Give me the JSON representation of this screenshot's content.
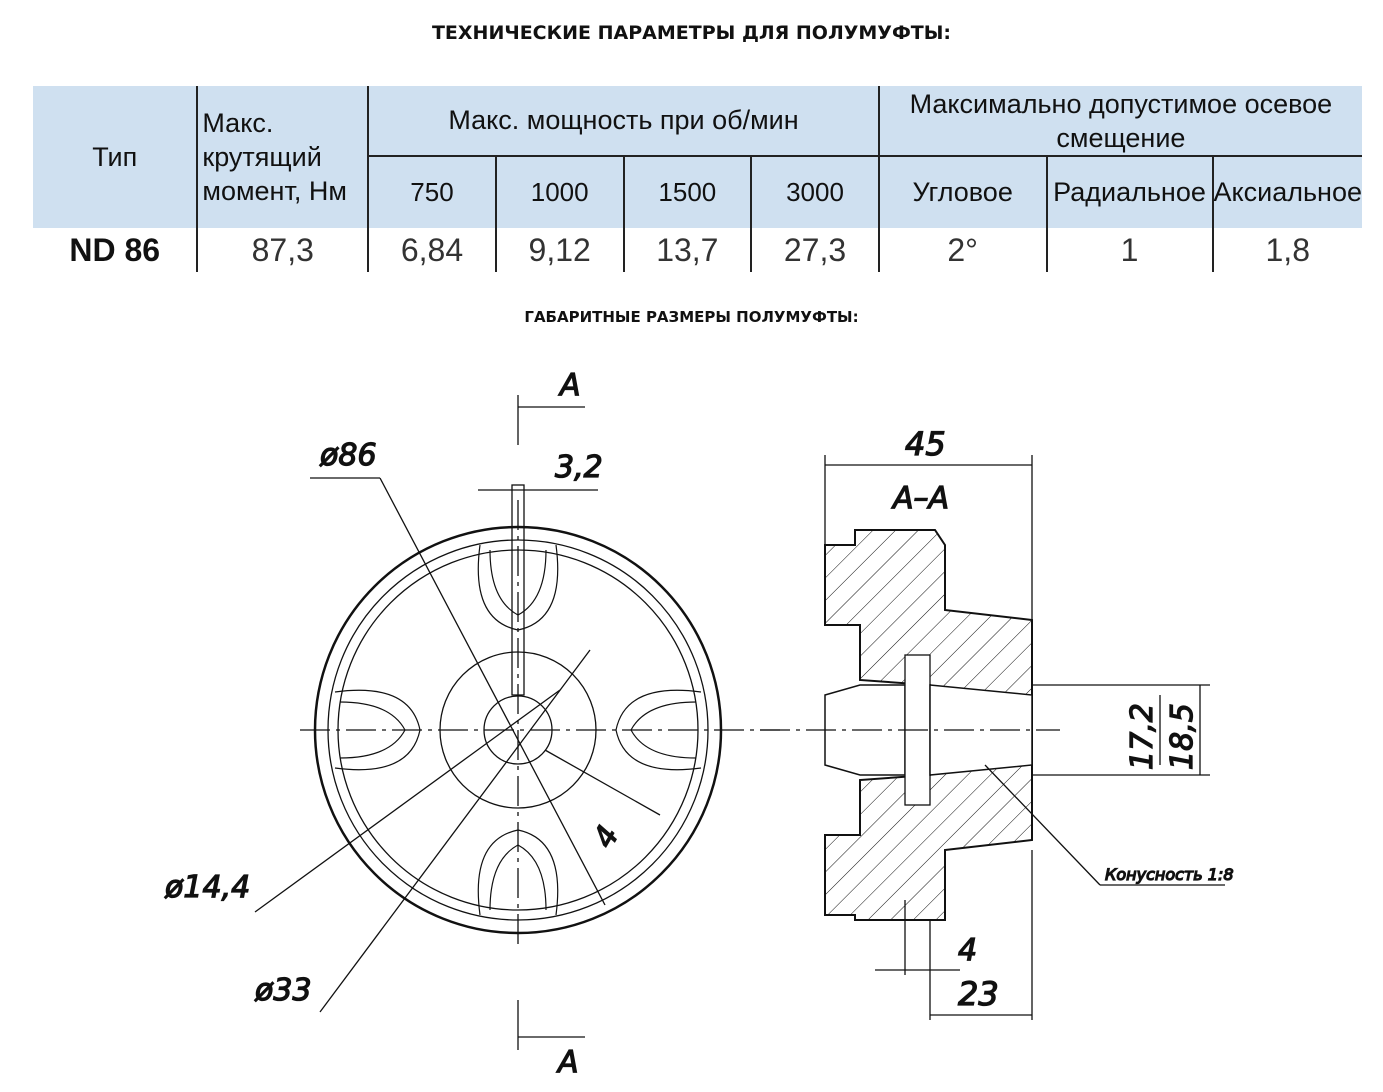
{
  "title": "ТЕХНИЧЕСКИЕ ПАРАМЕТРЫ ДЛЯ ПОЛУМУФТЫ:",
  "subtitle": "ГАБАРИТНЫЕ РАЗМЕРЫ ПОЛУМУФТЫ:",
  "table": {
    "headers": {
      "type": "Тип",
      "torque": "Макс. крутящий момент, Нм",
      "power": "Макс. мощность при об/мин",
      "rpm": [
        "750",
        "1000",
        "1500",
        "3000"
      ],
      "offset": "Максимально допустимое осевое смещение",
      "offset_types": [
        "Угловое",
        "Радиальное",
        "Аксиальное"
      ]
    },
    "row": {
      "type": "ND 86",
      "torque": "87,3",
      "power": [
        "6,84",
        "9,12",
        "13,7",
        "27,3"
      ],
      "offset": [
        "2°",
        "1",
        "1,8"
      ]
    }
  },
  "drawing": {
    "section_mark": "А",
    "section_title": "А–А",
    "dims": {
      "d86": "ø86",
      "w32": "3,2",
      "d144": "ø14,4",
      "d33": "ø33",
      "key4": "4",
      "len45": "45",
      "d172": "17,2",
      "d185": "18,5",
      "len4": "4",
      "len23": "23",
      "taper": "Конусность 1:8"
    }
  }
}
